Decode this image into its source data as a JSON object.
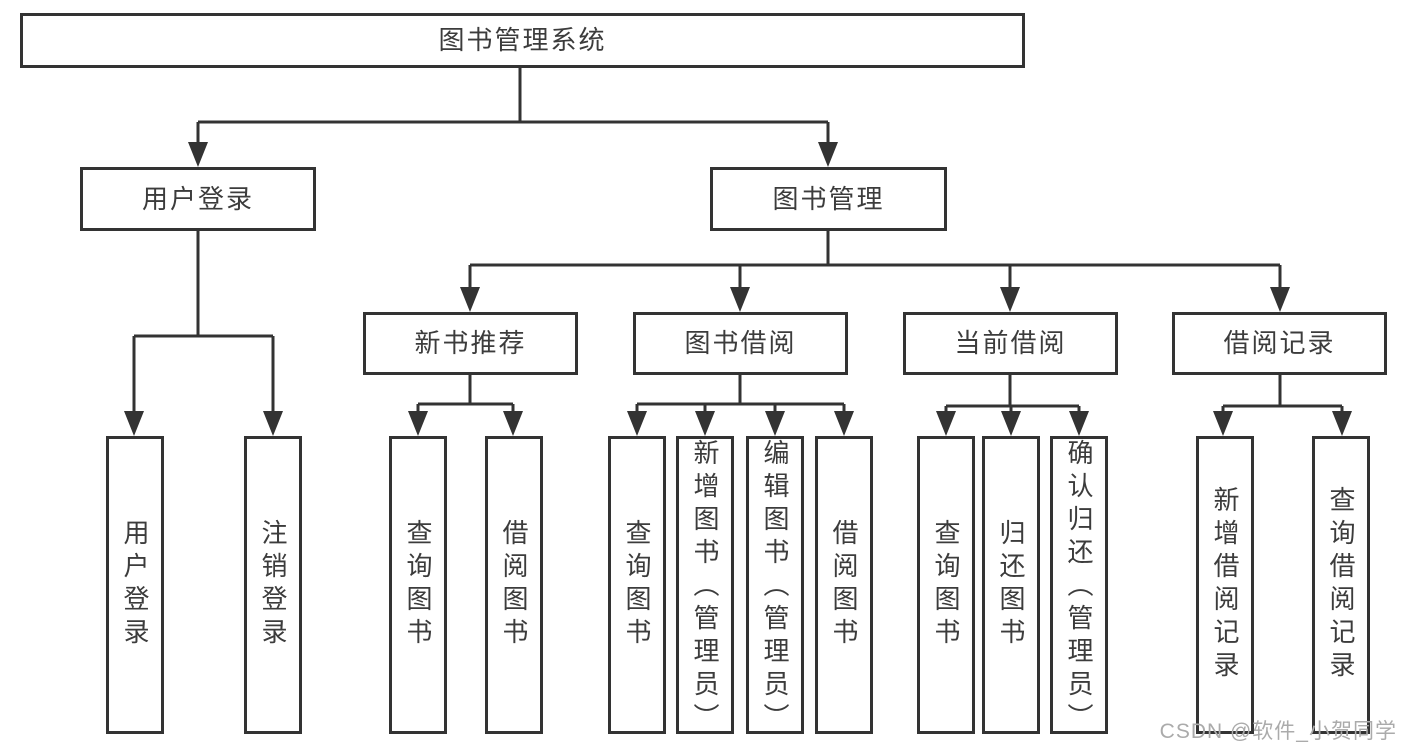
{
  "tree": {
    "root": {
      "label": "图书管理系统"
    },
    "branches": [
      {
        "label": "用户登录",
        "children": [
          {
            "label": "用户登录"
          },
          {
            "label": "注销登录"
          }
        ]
      },
      {
        "label": "图书管理",
        "sections": [
          {
            "label": "新书推荐",
            "children": [
              {
                "label": "查询图书"
              },
              {
                "label": "借阅图书"
              }
            ]
          },
          {
            "label": "图书借阅",
            "children": [
              {
                "label": "查询图书"
              },
              {
                "label": "新增图书（管理员）"
              },
              {
                "label": "编辑图书（管理员）"
              },
              {
                "label": "借阅图书"
              }
            ]
          },
          {
            "label": "当前借阅",
            "children": [
              {
                "label": "查询图书"
              },
              {
                "label": "归还图书"
              },
              {
                "label": "确认归还（管理员）"
              }
            ]
          },
          {
            "label": "借阅记录",
            "children": [
              {
                "label": "新增借阅记录"
              },
              {
                "label": "查询借阅记录"
              }
            ]
          }
        ]
      }
    ]
  },
  "watermark": {
    "text": "CSDN @软件_小贺同学"
  },
  "colors": {
    "line": "#333333",
    "text": "#3c3c3c",
    "watermark": "#ababab",
    "background": "#ffffff"
  }
}
